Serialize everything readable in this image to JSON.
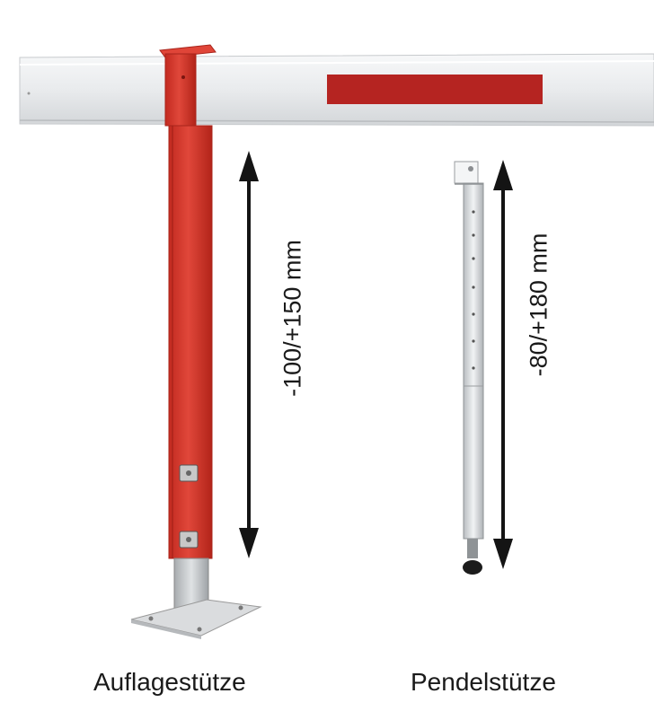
{
  "dimensions": {
    "left_range": "-100/+150 mm",
    "right_range": "-80/+180 mm"
  },
  "captions": {
    "left": "Auflagestütze",
    "right": "Pendelstütze"
  },
  "colors": {
    "support_red": "#d63a2e",
    "barrier_white": "#eef0f1",
    "reflector_red": "#b52421",
    "galvanized": "#c9ccce"
  }
}
